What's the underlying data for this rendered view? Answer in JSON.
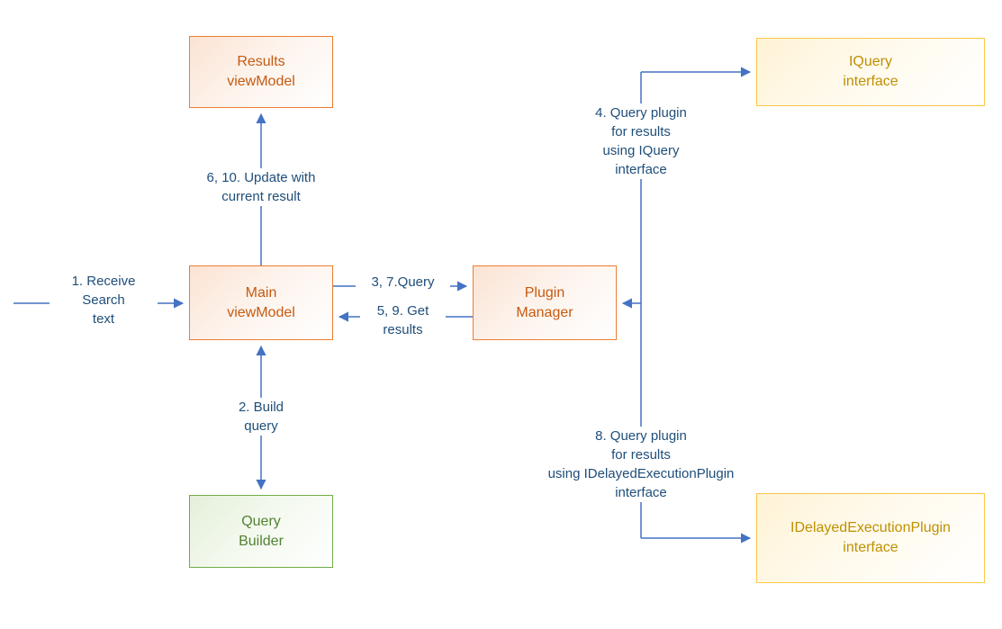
{
  "colors": {
    "orange_border": "#ED7D31",
    "orange_text": "#C55A11",
    "gold_border": "#FFC846",
    "gold_text": "#BF9000",
    "green_border": "#70AD47",
    "green_text": "#538135",
    "arrow_blue": "#4472C4",
    "edge_label_blue": "#1F4E79"
  },
  "nodes": {
    "results_viewmodel": {
      "label": "Results\nviewModel"
    },
    "iquery_interface": {
      "label": "IQuery\ninterface"
    },
    "main_viewmodel": {
      "label": "Main\nviewModel"
    },
    "plugin_manager": {
      "label": "Plugin\nManager"
    },
    "query_builder": {
      "label": "Query\nBuilder"
    },
    "idelayed_interface": {
      "label": "IDelayedExecutionPlugin\ninterface"
    }
  },
  "edges": {
    "receive_search": {
      "label": "1. Receive\nSearch\ntext"
    },
    "update_result": {
      "label": "6, 10. Update with\ncurrent result"
    },
    "query": {
      "label": "3, 7.Query"
    },
    "get_results": {
      "label": "5, 9. Get\nresults"
    },
    "build_query": {
      "label": "2. Build\nquery"
    },
    "query_iquery": {
      "label": "4. Query plugin\nfor results\nusing IQuery\ninterface"
    },
    "query_idelayed": {
      "label": "8. Query plugin\nfor results\nusing IDelayedExecutionPlugin\ninterface"
    }
  }
}
